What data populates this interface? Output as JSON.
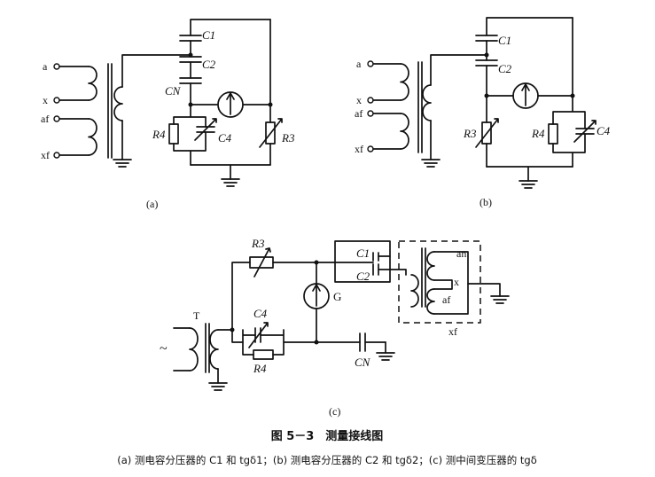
{
  "diagram_a": {
    "sublabel": "(a)",
    "terminals": [
      "a",
      "x",
      "af",
      "xf"
    ],
    "components": {
      "c1": "C1",
      "c2": "C2",
      "cn": "CN",
      "r4": "R4",
      "c4": "C4",
      "r3": "R3"
    }
  },
  "diagram_b": {
    "sublabel": "(b)",
    "terminals": [
      "a",
      "x",
      "af",
      "xf"
    ],
    "components": {
      "c1": "C1",
      "c2": "C2",
      "r3": "R3",
      "r4": "R4",
      "c4": "C4"
    }
  },
  "diagram_c": {
    "sublabel": "(c)",
    "components": {
      "r3": "R3",
      "c1": "C1",
      "c2": "C2",
      "c4": "C4",
      "r4": "R4",
      "cn": "CN",
      "galv": "G",
      "transformer": "T",
      "source": "~"
    },
    "box_labels": [
      "an",
      "x",
      "af",
      "xf"
    ]
  },
  "caption": {
    "title": "图 5－3　测量接线图",
    "description": "(a) 测电容分压器的 C1 和 tgδ1；(b) 测电容分压器的 C2 和 tgδ2；(c) 测中间变压器的 tgδ"
  }
}
